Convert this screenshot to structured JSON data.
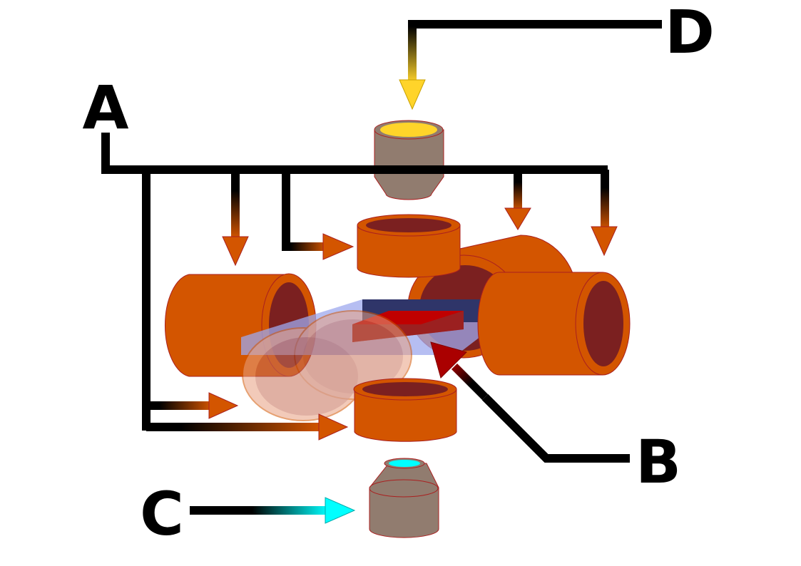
{
  "labels": {
    "a": "A",
    "b": "B",
    "c": "C",
    "d": "D"
  },
  "colors": {
    "line": "#000000",
    "coil_orange": "#d35500",
    "coil_dark": "#7b2020",
    "coil_stroke": "#aa1f1f",
    "cone_gray": "#917c6f",
    "arrow_a": "#d35500",
    "arrow_b": "#aa0000",
    "arrow_c": "#00ffff",
    "arrow_d": "#ffd42a",
    "sample_plate": "#2f3569",
    "sample_red": "#c00000",
    "slide_blue": "#9ea8ee",
    "ghost_ring": "#e8a080"
  },
  "icons": [
    "coil",
    "cone",
    "arrow",
    "sample-plate"
  ]
}
